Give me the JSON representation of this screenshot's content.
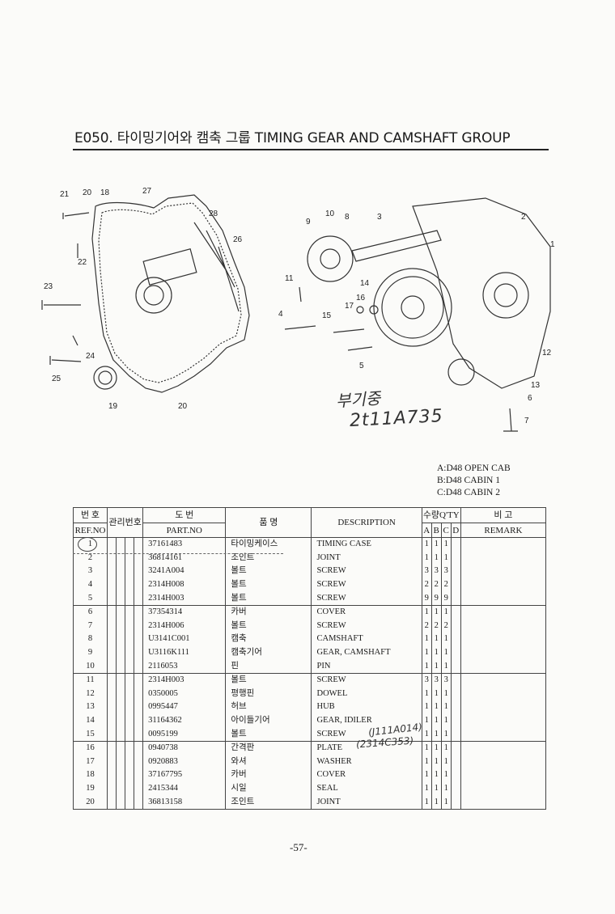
{
  "title": "E050. 타이밍기어와 캠축 그룹 TIMING GEAR AND CAMSHAFT GROUP",
  "diagram": {
    "left_callouts": [
      "21",
      "20",
      "18",
      "27",
      "28",
      "26",
      "22",
      "23",
      "24",
      "25",
      "19",
      "20"
    ],
    "right_callouts": [
      "10",
      "8",
      "9",
      "3",
      "2",
      "1",
      "11",
      "16",
      "17",
      "4",
      "15",
      "14",
      "5",
      "12",
      "13",
      "6",
      "7"
    ]
  },
  "handwriting": {
    "line1": "부기중",
    "line2": "2t11A735"
  },
  "legend": [
    "A:D48 OPEN CAB",
    "B:D48 CABIN 1",
    "C:D48 CABIN 2"
  ],
  "table": {
    "headers": {
      "ref_ko": "번 호",
      "ref_en": "REF.NO",
      "mgmt": "관리번호",
      "part_ko": "도 번",
      "part_en": "PART.NO",
      "name_ko": "품 명",
      "description": "DESCRIPTION",
      "qty": "수량Q'TY",
      "qty_cols": [
        "A",
        "B",
        "C",
        "D"
      ],
      "remark_ko": "비 고",
      "remark_en": "REMARK"
    },
    "rows": [
      {
        "ref": "1",
        "part": "37161483",
        "name": "타이밍케이스",
        "desc": "TIMING CASE",
        "a": "1",
        "b": "1",
        "c": "1"
      },
      {
        "ref": "2",
        "part": "36814161",
        "name": "조인트",
        "desc": "JOINT",
        "a": "1",
        "b": "1",
        "c": "1"
      },
      {
        "ref": "3",
        "part": "3241A004",
        "name": "볼트",
        "desc": "SCREW",
        "a": "3",
        "b": "3",
        "c": "3"
      },
      {
        "ref": "4",
        "part": "2314H008",
        "name": "볼트",
        "desc": "SCREW",
        "a": "2",
        "b": "2",
        "c": "2"
      },
      {
        "ref": "5",
        "part": "2314H003",
        "name": "볼트",
        "desc": "SCREW",
        "a": "9",
        "b": "9",
        "c": "9"
      },
      {
        "ref": "6",
        "part": "37354314",
        "name": "카버",
        "desc": "COVER",
        "a": "1",
        "b": "1",
        "c": "1"
      },
      {
        "ref": "7",
        "part": "2314H006",
        "name": "볼트",
        "desc": "SCREW",
        "a": "2",
        "b": "2",
        "c": "2"
      },
      {
        "ref": "8",
        "part": "U3141C001",
        "name": "캠축",
        "desc": "CAMSHAFT",
        "a": "1",
        "b": "1",
        "c": "1"
      },
      {
        "ref": "9",
        "part": "U3116K111",
        "name": "캠축기어",
        "desc": "GEAR, CAMSHAFT",
        "a": "1",
        "b": "1",
        "c": "1"
      },
      {
        "ref": "10",
        "part": "2116053",
        "name": "핀",
        "desc": "PIN",
        "a": "1",
        "b": "1",
        "c": "1"
      },
      {
        "ref": "11",
        "part": "2314H003",
        "name": "볼트",
        "desc": "SCREW",
        "a": "3",
        "b": "3",
        "c": "3"
      },
      {
        "ref": "12",
        "part": "0350005",
        "name": "평행핀",
        "desc": "DOWEL",
        "a": "1",
        "b": "1",
        "c": "1"
      },
      {
        "ref": "13",
        "part": "0995447",
        "name": "허브",
        "desc": "HUB",
        "a": "1",
        "b": "1",
        "c": "1"
      },
      {
        "ref": "14",
        "part": "31164362",
        "name": "아이들기어",
        "desc": "GEAR, IDILER",
        "a": "1",
        "b": "1",
        "c": "1"
      },
      {
        "ref": "15",
        "part": "0095199",
        "name": "볼트",
        "desc": "SCREW",
        "a": "1",
        "b": "1",
        "c": "1"
      },
      {
        "ref": "16",
        "part": "0940738",
        "name": "간격판",
        "desc": "PLATE",
        "a": "1",
        "b": "1",
        "c": "1"
      },
      {
        "ref": "17",
        "part": "0920883",
        "name": "와셔",
        "desc": "WASHER",
        "a": "1",
        "b": "1",
        "c": "1"
      },
      {
        "ref": "18",
        "part": "37167795",
        "name": "카버",
        "desc": "COVER",
        "a": "1",
        "b": "1",
        "c": "1"
      },
      {
        "ref": "19",
        "part": "2415344",
        "name": "시일",
        "desc": "SEAL",
        "a": "1",
        "b": "1",
        "c": "1"
      },
      {
        "ref": "20",
        "part": "36813158",
        "name": "조인트",
        "desc": "JOINT",
        "a": "1",
        "b": "1",
        "c": "1"
      }
    ]
  },
  "annotations": {
    "row14": "(J111A014)",
    "row15": "(2314C353)"
  },
  "page_number": "-57-"
}
